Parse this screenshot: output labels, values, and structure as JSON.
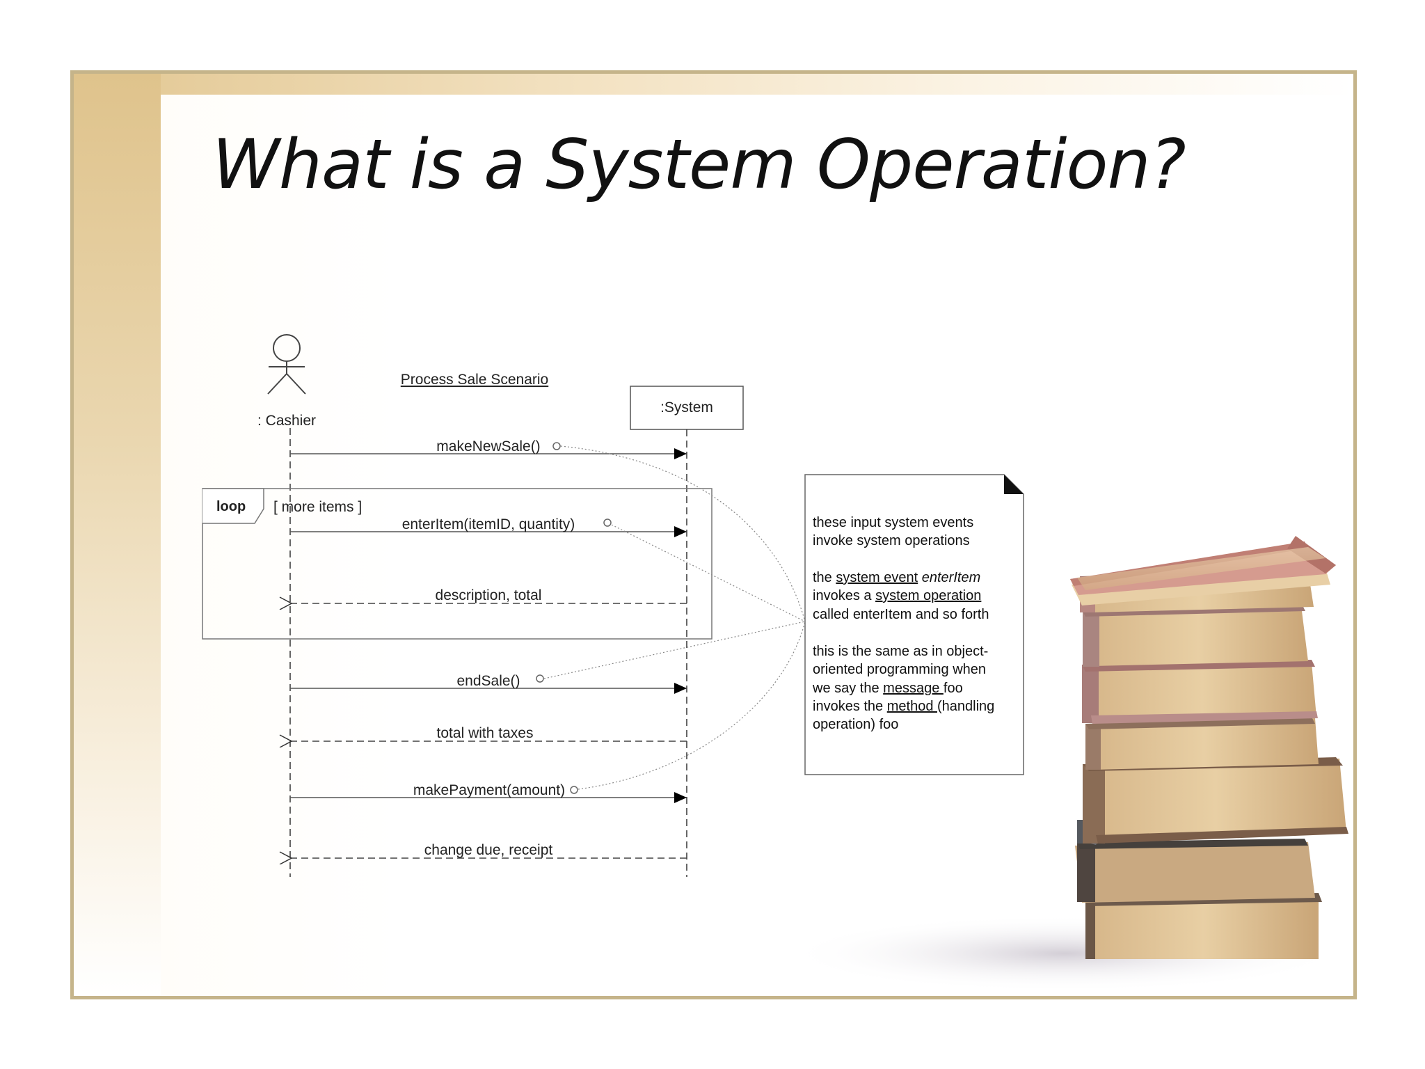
{
  "title": "What is a System Operation?",
  "diagram": {
    "scenario_title": "Process Sale Scenario",
    "actor_label": ": Cashier",
    "system_label": ":System",
    "loop_label": "loop",
    "loop_guard": "[ more items ]",
    "messages": [
      "makeNewSale()",
      "enterItem(itemID, quantity)",
      "description, total",
      "endSale()",
      "total with taxes",
      "makePayment(amount)",
      "change due, receipt"
    ],
    "note": {
      "p1_line1": "these input system events",
      "p1_line2": "invoke system operations",
      "p2_l1_a": "the ",
      "p2_l1_b": "system event",
      "p2_l1_c": " ",
      "p2_l1_d": "enterItem",
      "p2_l2_a": "invokes a ",
      "p2_l2_b": "system operation",
      "p2_l3": "called enterItem and so forth",
      "p3_l1": "this is the same as in object-",
      "p3_l2": "oriented programming when",
      "p3_l3_a": "we say the ",
      "p3_l3_b": "message ",
      "p3_l3_c": "foo",
      "p3_l4_a": "invokes the ",
      "p3_l4_b": "method ",
      "p3_l4_c": "(handling",
      "p3_l5": "operation) foo"
    }
  }
}
